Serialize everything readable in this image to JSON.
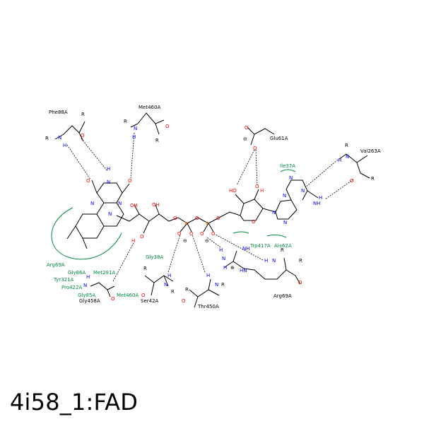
{
  "title": "4i58_1:FAD",
  "colors": {
    "hydrophobic": "#008a3e",
    "nitrogen": "#0000ff",
    "oxygen": "#ff0000",
    "phosphorus": "#ff8000",
    "carbon": "#000000"
  },
  "hbond_residues": {
    "phe88": "Phe88A",
    "met460_top": "Met460A",
    "glu61": "Glu61A",
    "val263": "Val263A",
    "ser42": "Ser42A",
    "thr450": "Thr450A",
    "arg69_right": "Arg69A",
    "gly458": "Gly458A"
  },
  "hydrophobic_residues": {
    "ile37": "Ile37A",
    "trp417": "Trp417A",
    "ala62": "Ala62A",
    "gly38": "Gly38A",
    "arg69_left": "Arg69A",
    "gly86": "Gly86A",
    "tyr321": "Tyr321A",
    "met291": "Met291A",
    "pro422": "Pro422A",
    "gly85": "Gly85A",
    "met460_bottom": "Met460A"
  },
  "atoms": {
    "N": "N",
    "O": "O",
    "P": "P",
    "H": "H",
    "R": "R",
    "HO": "HO",
    "OH": "OH",
    "NH": "NH",
    "NH2": "NH",
    "HN": "HN",
    "H_N": "H",
    "plus": "⊕",
    "minus": "⊖"
  }
}
